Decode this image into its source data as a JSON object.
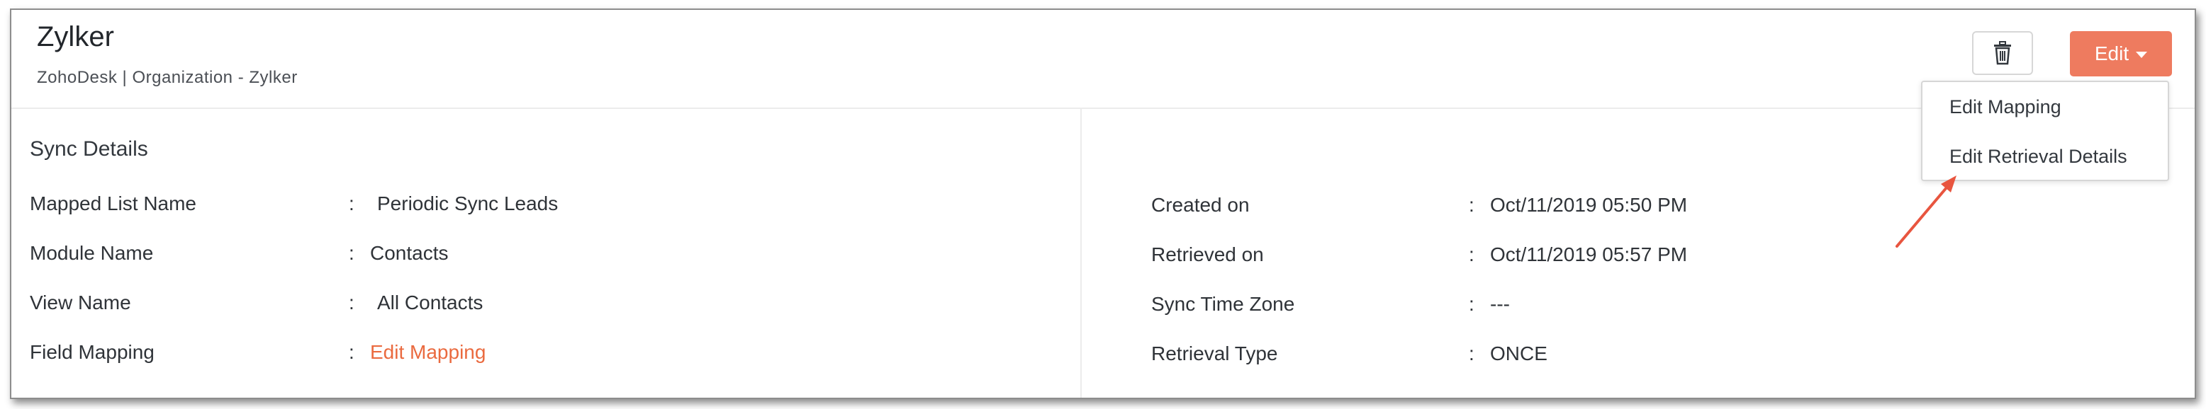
{
  "header": {
    "title": "Zylker",
    "subtitle": "ZohoDesk | Organization - Zylker",
    "delete_icon": "trash-icon",
    "edit_label": "Edit"
  },
  "dropdown": {
    "items": [
      "Edit Mapping",
      "Edit Retrieval Details"
    ]
  },
  "sync_details": {
    "title": "Sync Details",
    "rows": [
      {
        "label": "Mapped List Name",
        "value": "Periodic Sync Leads"
      },
      {
        "label": "Module Name",
        "value": "Contacts"
      },
      {
        "label": "View Name",
        "value": "All Contacts"
      },
      {
        "label": "Field Mapping",
        "value": "Edit Mapping"
      }
    ]
  },
  "retrieval_details": {
    "rows": [
      {
        "label": "Created on",
        "value": "Oct/11/2019 05:50 PM"
      },
      {
        "label": "Retrieved on",
        "value": "Oct/11/2019 05:57 PM"
      },
      {
        "label": "Sync Time Zone",
        "value": "---"
      },
      {
        "label": "Retrieval Type",
        "value": "ONCE"
      }
    ]
  },
  "colors": {
    "accent": "#ee7b5f",
    "link": "#ea6a3f",
    "annotation_arrow": "#e8553f"
  },
  "colon": ":"
}
